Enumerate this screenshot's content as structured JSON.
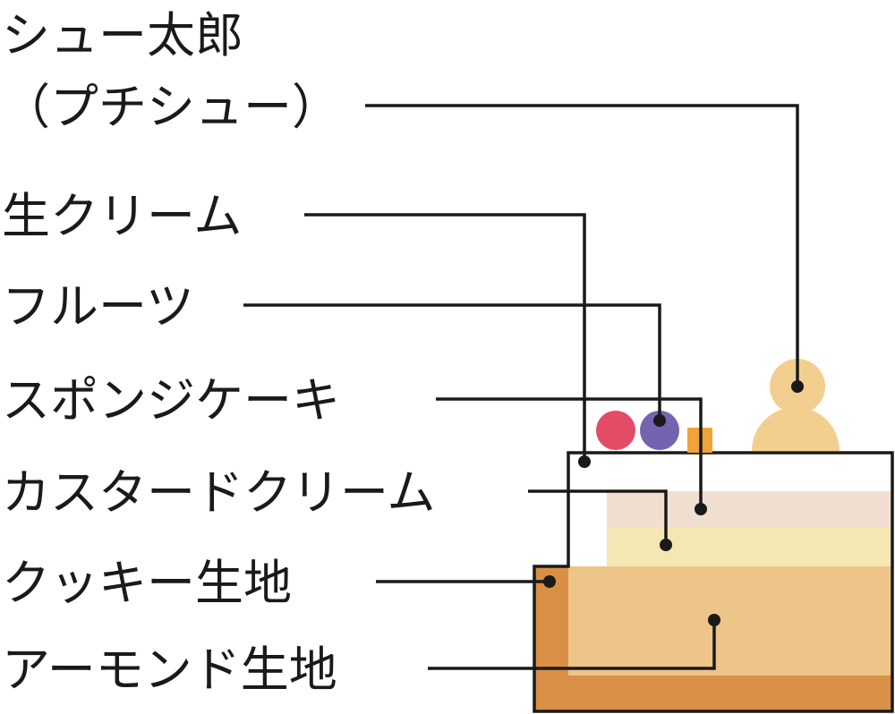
{
  "labels": {
    "choux_taro_line1": "シュー太郎",
    "choux_taro_line2": "（プチシュー）",
    "fresh_cream": "生クリーム",
    "fruits": "フルーツ",
    "sponge_cake": "スポンジケーキ",
    "custard_cream": "カスタードクリーム",
    "cookie_dough": "クッキー生地",
    "almond_dough": "アーモンド生地"
  },
  "colors": {
    "almond_outer": "#d98f45",
    "cookie": "#eec588",
    "custard": "#f4e7b4",
    "sponge": "#f0dfd0",
    "cream": "#ffffff",
    "choux": "#f2cf8e",
    "strawberry": "#e34b67",
    "blueberry": "#7463ae",
    "mango": "#eea43a",
    "line": "#1a1a1a"
  }
}
